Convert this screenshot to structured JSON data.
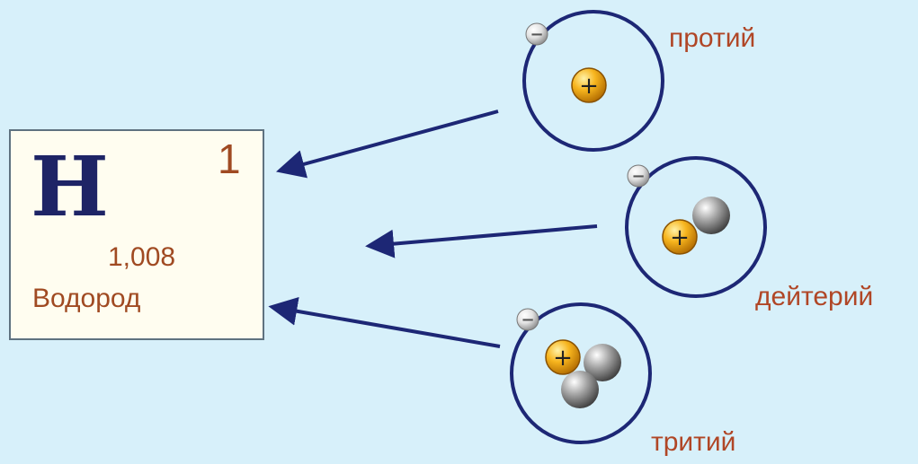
{
  "element": {
    "symbol": "H",
    "atomic_number": "1",
    "atomic_mass": "1,008",
    "name": "Водород"
  },
  "isotopes": [
    {
      "label": "протий",
      "protons": 1,
      "neutrons": 0,
      "electrons": 1
    },
    {
      "label": "дейтерий",
      "protons": 1,
      "neutrons": 1,
      "electrons": 1
    },
    {
      "label": "тритий",
      "protons": 1,
      "neutrons": 2,
      "electrons": 1
    }
  ],
  "particle_signs": {
    "electron": "−",
    "proton": "+"
  },
  "colors": {
    "background": "#d7f0fa",
    "orbit": "#1d2775",
    "arrow": "#1d2775",
    "label_text": "#b04626",
    "symbol_text": "#1e2466",
    "proton": "#f2a512",
    "neutron": "#8c8c8c",
    "electron": "#c8c8c8"
  }
}
